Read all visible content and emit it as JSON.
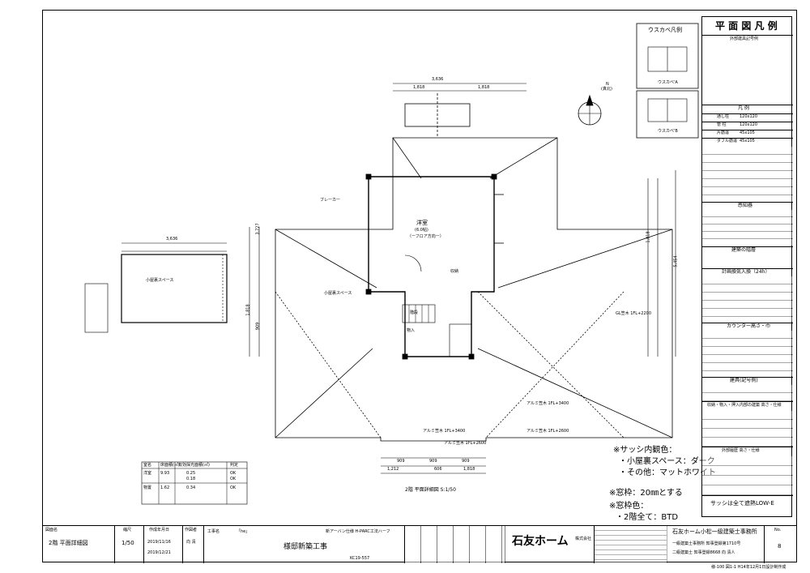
{
  "legend_panel": {
    "title": "平 面 図 凡 例",
    "subtitle_fittings": "外部建具記号例",
    "hanrei_heading": "凡 例",
    "rows": [
      {
        "label": "通し柱",
        "value": "120x120"
      },
      {
        "label": "管 柱",
        "value": "120x120"
      },
      {
        "label": "片筋違",
        "value": "45x105"
      },
      {
        "label": "ダブル筋違",
        "value": "45x105"
      }
    ],
    "smoke_detector": "感知器",
    "kijun": "建築の階層",
    "vent_heading": "計画換気入換（24h）",
    "counter_heading": "カウンター高さ・巾",
    "fittings_heading": "建具(記号例)",
    "storage_heading": "収納・物入・押入内部の建築 高さ・仕様",
    "exterior_heading": "外部履歴 高さ・仕様",
    "bottom_note": "サッシは全て遮熱LOW-E"
  },
  "usukabe": {
    "title": "ウスカベ凡例",
    "label_a": "ウスカベ'A",
    "label_b": "ウスカベ'B"
  },
  "plan": {
    "room_main": "洋室",
    "room_main_sub": "(6.0帖)",
    "room_main_sub2": "（ーフロア方向ー）",
    "attic_space": "小屋裏スペース",
    "attic_inset_title": "小屋裏スペース",
    "stair": "階段",
    "storage": "収納",
    "closet": "物入",
    "north": "N",
    "north_sub": "(真北)",
    "scale_caption": "2階 平面詳細図 S:1/50",
    "dims_top": [
      "1,818",
      "1,818"
    ],
    "dim_top_total": "3,636",
    "dims_bottom": [
      "1,212",
      "606",
      "1,818"
    ],
    "dims_bottom_top": [
      "909",
      "909",
      "909"
    ],
    "dim_left_total": "3,636",
    "dim_side": [
      "3,727",
      "1,818",
      "5,454",
      "909",
      "1,818"
    ],
    "callouts": [
      "アルミ笠木 1FL+3400",
      "アルミ笠木 1FL+2600",
      "アルミ笠木 1FL+3400",
      "アルミ笠木 1FL+2600",
      "ブレーカー",
      "GL笠木 1FL+2200"
    ]
  },
  "notes": {
    "sash_title": "※サッシ内観色：",
    "sash_line1": "・小屋裏スペース：ダーク",
    "sash_line2": "・その他：マットホワイト",
    "mado_waku": "※窓枠：20㎜とする",
    "mado_waku_color": "※窓枠色：",
    "mado_waku_color_val": "・2階全て：BTD"
  },
  "area_table": {
    "headers": [
      "室名",
      "床面積(㎡)",
      "有効採光面積(㎡)",
      "判定"
    ],
    "rows": [
      [
        "洋室",
        "9.93",
        "0.25",
        "OK"
      ],
      [
        "",
        "",
        "0.18",
        "OK"
      ],
      [
        "物置",
        "1.62",
        "0.34",
        "OK"
      ]
    ]
  },
  "title_block": {
    "drawing_name_label": "図面名",
    "drawing_name": "2階 平面詳細図",
    "scale_label": "縮尺",
    "scale": "1/50",
    "date_label": "作成年月日",
    "date1": "2019/11/16",
    "date2": "2019/12/21",
    "author_label": "作図者",
    "author": "向 清",
    "project_label": "工事名",
    "project_code": "「he」",
    "project_name": "様邸新築工事",
    "project_no": "KC19-557",
    "spec": "新アーバン仕様 H-PARC工法ハーフ",
    "company": "石友ホーム",
    "company_kk": "株式会社",
    "company_sub": "石友ホーム小松一級建築士事務所",
    "license1": "一級建築士事務所 知事登録第1710号",
    "license2": "二級建築士 知事登録8668 向 清人",
    "sheet_label": "No.",
    "sheet_no": "8",
    "footer": "様-100 図1-1 H14年12月1日設計制作成"
  }
}
